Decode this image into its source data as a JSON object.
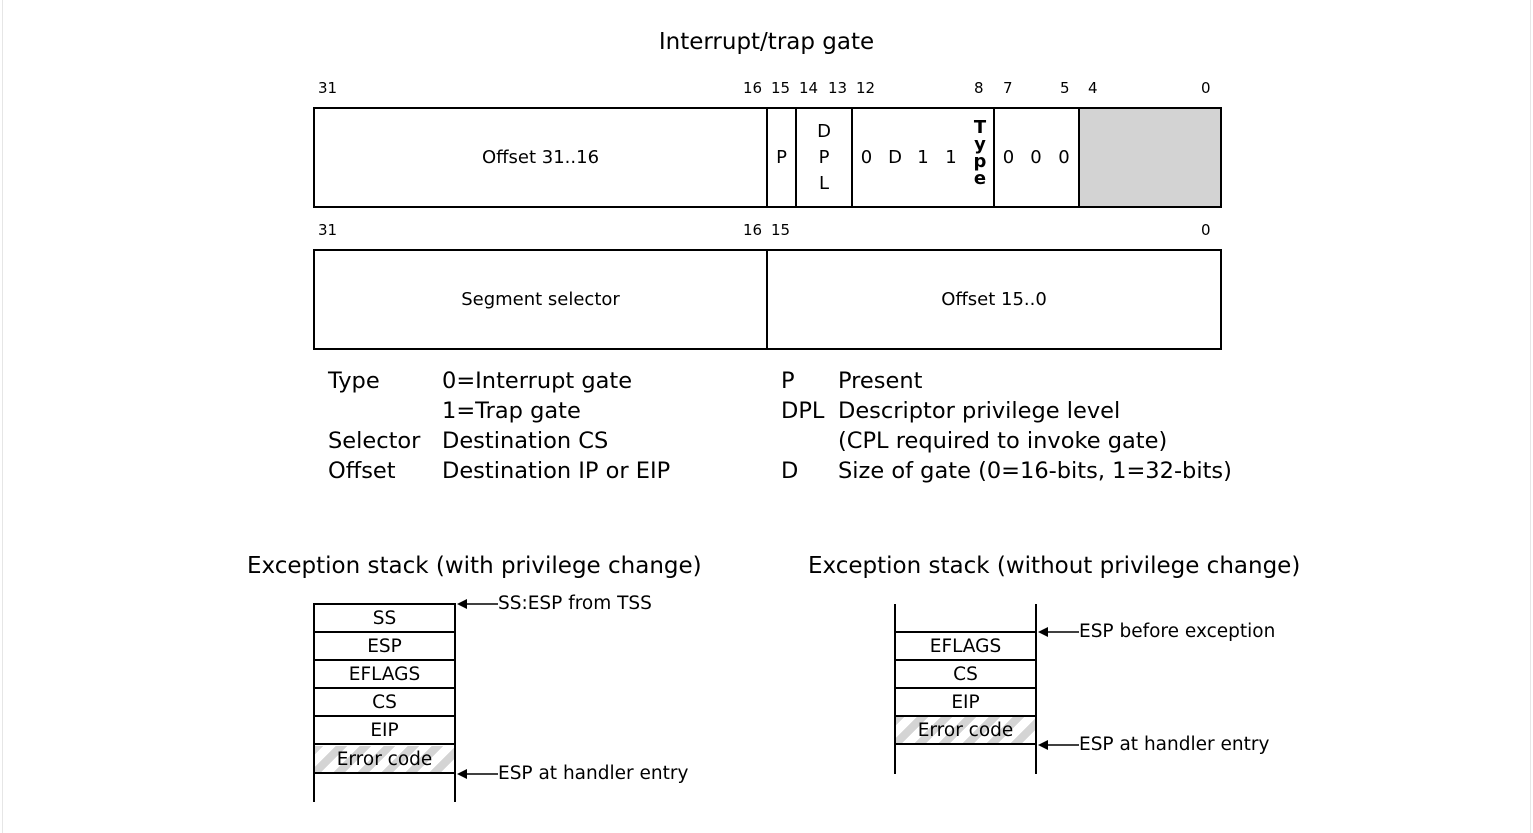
{
  "gate": {
    "title": "Interrupt/trap gate",
    "row1_bits": [
      "31",
      "16",
      "15",
      "14",
      "13",
      "12",
      "8",
      "7",
      "5",
      "4",
      "0"
    ],
    "row2_bits": [
      "31",
      "16",
      "15",
      "0"
    ],
    "fields": {
      "offset_high": "Offset 31..16",
      "p": "P",
      "dpl": [
        "D",
        "P",
        "L"
      ],
      "type_bits": [
        "0",
        "D",
        "1",
        "1"
      ],
      "type_label": [
        "T",
        "y",
        "p",
        "e"
      ],
      "zeros": [
        "0",
        "0",
        "0"
      ],
      "segment_selector": "Segment selector",
      "offset_low": "Offset 15..0"
    },
    "reserved_color": "#d3d3d3"
  },
  "legend": {
    "left": [
      {
        "term": "Type",
        "desc": "0=Interrupt gate"
      },
      {
        "term": "",
        "desc": "1=Trap gate"
      },
      {
        "term": "Selector",
        "desc": "Destination CS"
      },
      {
        "term": "Offset",
        "desc": "Destination IP or EIP"
      }
    ],
    "right": [
      {
        "term": "P",
        "desc": "Present"
      },
      {
        "term": "DPL",
        "desc": "Descriptor privilege level"
      },
      {
        "term": "",
        "desc": "(CPL required to invoke gate)"
      },
      {
        "term": "D",
        "desc": "Size of gate (0=16-bits, 1=32-bits)"
      }
    ]
  },
  "stack_with": {
    "title": "Exception stack (with privilege change)",
    "cells": [
      "SS",
      "ESP",
      "EFLAGS",
      "CS",
      "EIP",
      "Error code"
    ],
    "top_label": "SS:ESP from TSS",
    "bottom_label": "ESP at handler entry"
  },
  "stack_without": {
    "title": "Exception stack (without privilege change)",
    "cells": [
      "EFLAGS",
      "CS",
      "EIP",
      "Error code"
    ],
    "top_label": "ESP before exception",
    "bottom_label": "ESP at handler entry"
  }
}
